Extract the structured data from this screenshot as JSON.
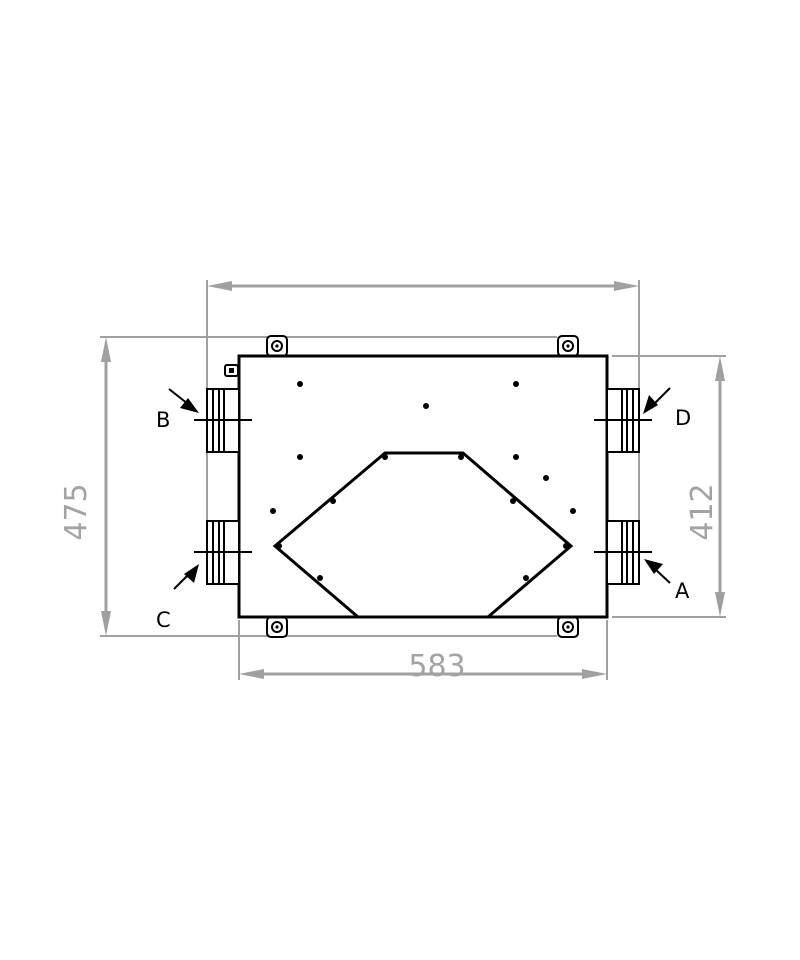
{
  "dimensions": {
    "height_total": "475",
    "height_body": "412",
    "width_body": "583"
  },
  "ports": {
    "a": "A",
    "b": "B",
    "c": "C",
    "d": "D"
  },
  "colors": {
    "dimension": "#a0a0a0",
    "outline": "#000000"
  }
}
